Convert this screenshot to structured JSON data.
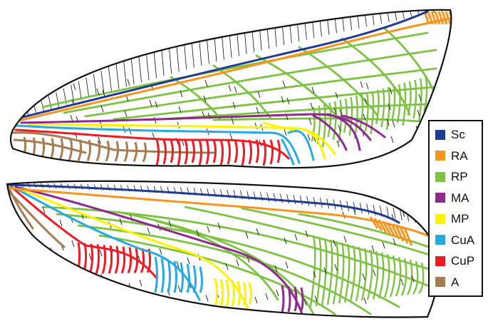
{
  "legend": {
    "items": [
      {
        "code": "Sc",
        "color": "#1f3a93"
      },
      {
        "code": "RA",
        "color": "#f7941d"
      },
      {
        "code": "RP",
        "color": "#7dc242"
      },
      {
        "code": "MA",
        "color": "#8e2a8e"
      },
      {
        "code": "MP",
        "color": "#fff200"
      },
      {
        "code": "CuA",
        "color": "#27aae1"
      },
      {
        "code": "CuP",
        "color": "#ed1c24"
      },
      {
        "code": "A",
        "color": "#a67c52"
      }
    ]
  },
  "colors": {
    "outline": "#111111",
    "crossveins": "#111111",
    "background": "#ffffff"
  }
}
